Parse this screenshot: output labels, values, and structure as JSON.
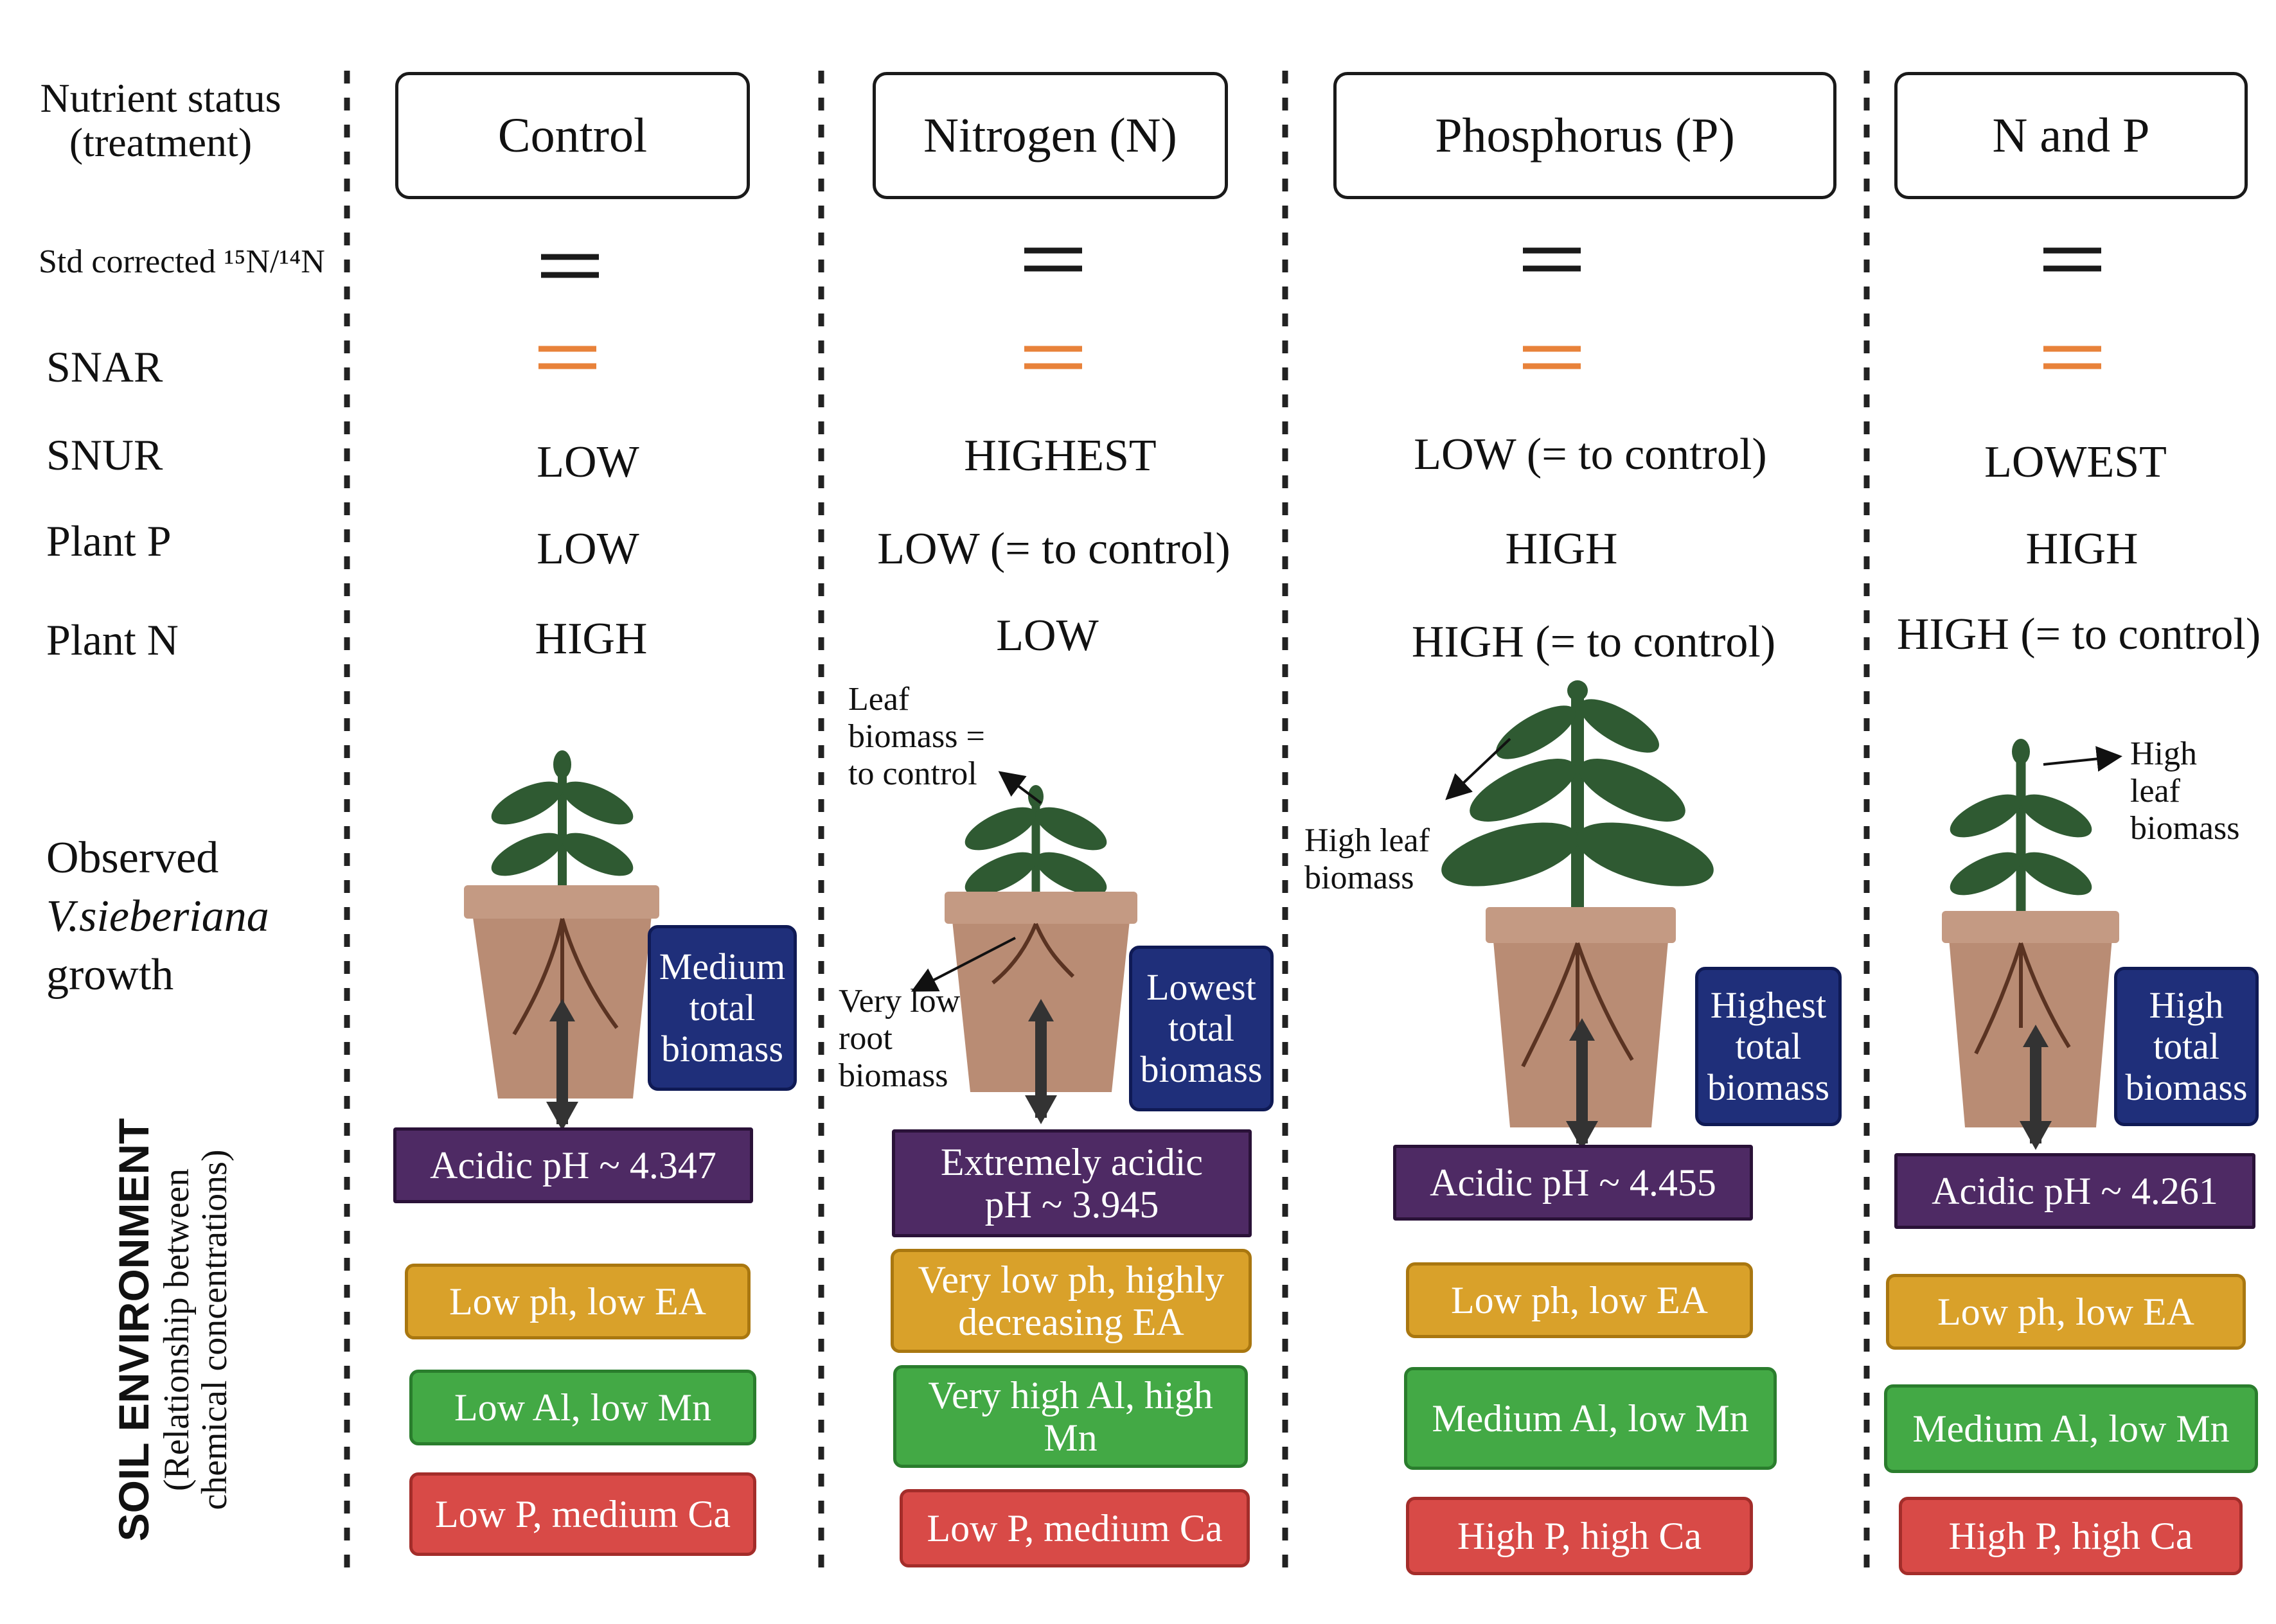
{
  "row_labels": {
    "nutrient_status": "Nutrient status (treatment)",
    "std_corrected": "Std corrected ¹⁵N/¹⁴N",
    "snar": "SNAR",
    "snur": "SNUR",
    "plant_p": "Plant P",
    "plant_n": "Plant N",
    "observed_line1": "Observed",
    "observed_species": "V.sieberiana",
    "observed_line3": "growth",
    "soil_title": "SOIL ENVIRONMENT",
    "soil_sub": "(Relationship between chemical concentrations)"
  },
  "colors": {
    "equal_black": "#1a1a1a",
    "equal_orange": "#e8823a",
    "ph_box": "#4e2a64",
    "ea_box": "#d9a12a",
    "al_box": "#43a945",
    "ca_box": "#d84a47",
    "biomass_box": "#1f2f7a",
    "pot": "#b98c74",
    "leaf": "#2f5a32"
  },
  "columns": [
    {
      "treatment": "Control",
      "std_sign": "=",
      "snar_sign": "=",
      "snur": "LOW",
      "plant_p": "LOW",
      "plant_n": "HIGH",
      "biomass": "Medium total biomass",
      "ph": "Acidic  pH ~ 4.347",
      "ea": "Low ph, low EA",
      "al_mn": "Low Al, low Mn",
      "p_ca": "Low P, medium Ca"
    },
    {
      "treatment": "Nitrogen (N)",
      "std_sign": "=",
      "snar_sign": "=",
      "snur": "HIGHEST",
      "plant_p": "LOW (= to control)",
      "plant_n": "LOW",
      "leaf_note": "Leaf biomass = to control",
      "root_note": "Very low root biomass",
      "biomass": "Lowest total biomass",
      "ph": "Extremely acidic pH ~ 3.945",
      "ea": "Very low ph, highly decreasing EA",
      "al_mn": "Very high Al, high Mn",
      "p_ca": "Low P, medium Ca"
    },
    {
      "treatment": "Phosphorus (P)",
      "std_sign": "=",
      "snar_sign": "=",
      "snur": "LOW (= to control)",
      "plant_p": "HIGH",
      "plant_n": "HIGH (= to control)",
      "leaf_note": "High leaf biomass",
      "biomass": "Highest total biomass",
      "ph": "Acidic  pH ~ 4.455",
      "ea": "Low ph, low EA",
      "al_mn": "Medium Al, low Mn",
      "p_ca": "High P, high Ca"
    },
    {
      "treatment": "N and P",
      "std_sign": "=",
      "snar_sign": "=",
      "snur": "LOWEST",
      "plant_p": "HIGH",
      "plant_n": "HIGH (= to control)",
      "leaf_note": "High leaf biomass",
      "biomass": "High total biomass",
      "ph": "Acidic  pH ~ 4.261",
      "ea": "Low ph, low EA",
      "al_mn": "Medium  Al, low Mn",
      "p_ca": "High P, high Ca"
    }
  ]
}
